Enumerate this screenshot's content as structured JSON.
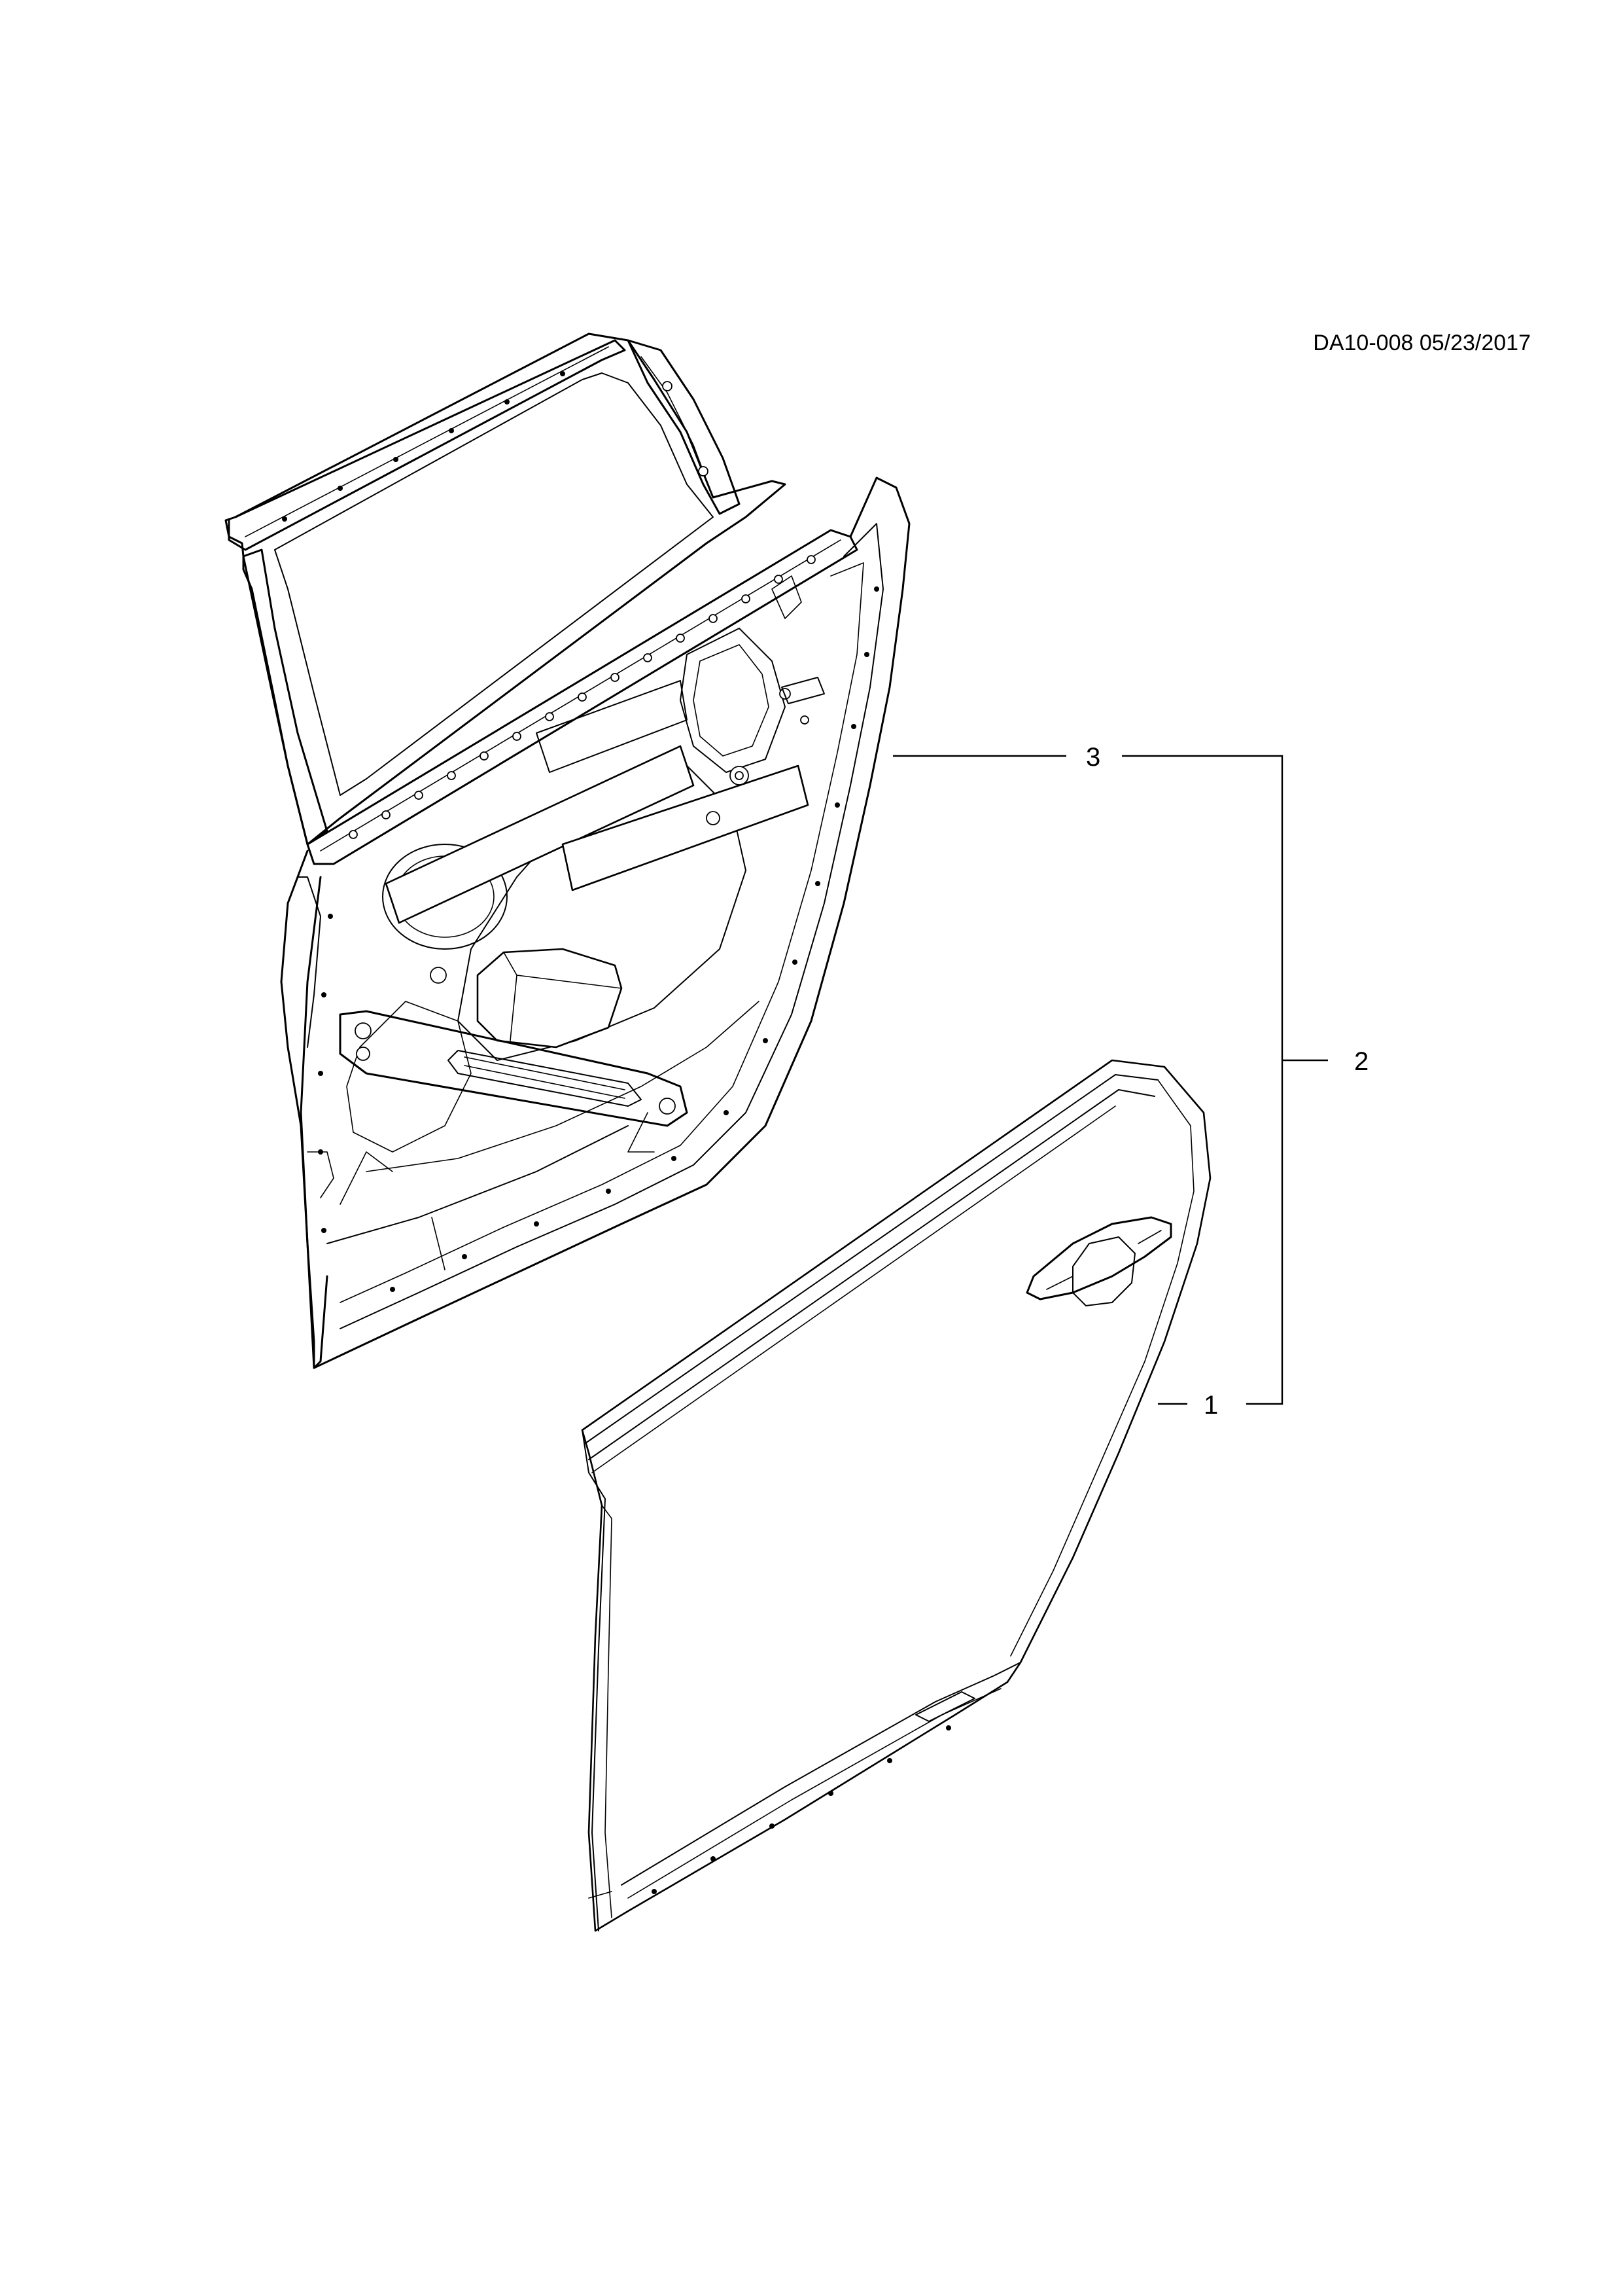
{
  "header": {
    "reference": "DA10-008 05/23/2017"
  },
  "callouts": [
    {
      "number": "1",
      "part": "outer-door-panel"
    },
    {
      "number": "2",
      "part": "door-assembly"
    },
    {
      "number": "3",
      "part": "door-frame-inner-panel"
    }
  ]
}
